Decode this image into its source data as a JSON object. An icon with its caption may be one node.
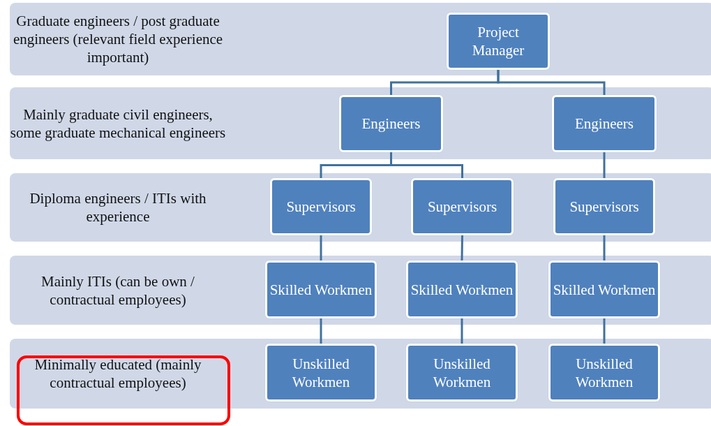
{
  "diagram": {
    "nodes": [
      {
        "text": [
          "Graduate engineers / post graduate engineers (relevant field experience important)"
        ]
      },
      {
        "text": [
          "Project Manager"
        ],
        "in": 0
      },
      {
        "text": [
          "Mainly graduate civil engineers, some graduate mechanical engineers"
        ]
      },
      {
        "text": [
          "Engineers"
        ],
        "in": 2
      },
      {
        "text": [
          "Engineers"
        ],
        "in": 2
      },
      {
        "text": [
          "Diploma engineers / ITIs with experience"
        ]
      },
      {
        "text": [
          "Supervisors"
        ],
        "in": 5
      },
      {
        "text": [
          "Supervisors"
        ],
        "in": 5
      },
      {
        "text": [
          "Supervisors"
        ],
        "in": 5
      },
      {
        "text": [
          "Mainly ITIs (can be own / contractual employees)"
        ]
      },
      {
        "text": [
          "Skilled Workmen"
        ],
        "in": 9
      },
      {
        "text": [
          "Skilled Workmen"
        ],
        "in": 9
      },
      {
        "text": [
          "Skilled Workmen"
        ],
        "in": 9
      },
      {
        "text": [
          "Minimally educated (mainly contractual employees)"
        ]
      },
      {
        "text": [
          "Unskilled Workmen"
        ],
        "in": 13
      },
      {
        "text": [
          "Unskilled Workmen"
        ],
        "in": 13
      },
      {
        "text": [
          "Unskilled Workmen"
        ],
        "in": 13
      }
    ],
    "edges": [
      {
        "from": 1,
        "to": 3,
        "arrow": "none"
      },
      {
        "from": 1,
        "to": 4,
        "arrow": "none"
      },
      {
        "from": 3,
        "to": 6,
        "arrow": "none"
      },
      {
        "from": 3,
        "to": 7,
        "arrow": "none"
      },
      {
        "from": 4,
        "to": 8,
        "arrow": "none"
      },
      {
        "from": 6,
        "to": 10,
        "arrow": "none"
      },
      {
        "from": 7,
        "to": 11,
        "arrow": "none"
      },
      {
        "from": 8,
        "to": 12,
        "arrow": "none"
      },
      {
        "from": 10,
        "to": 14,
        "arrow": "none"
      },
      {
        "from": 11,
        "to": 15,
        "arrow": "none"
      },
      {
        "from": 12,
        "to": 16,
        "arrow": "none"
      }
    ]
  }
}
